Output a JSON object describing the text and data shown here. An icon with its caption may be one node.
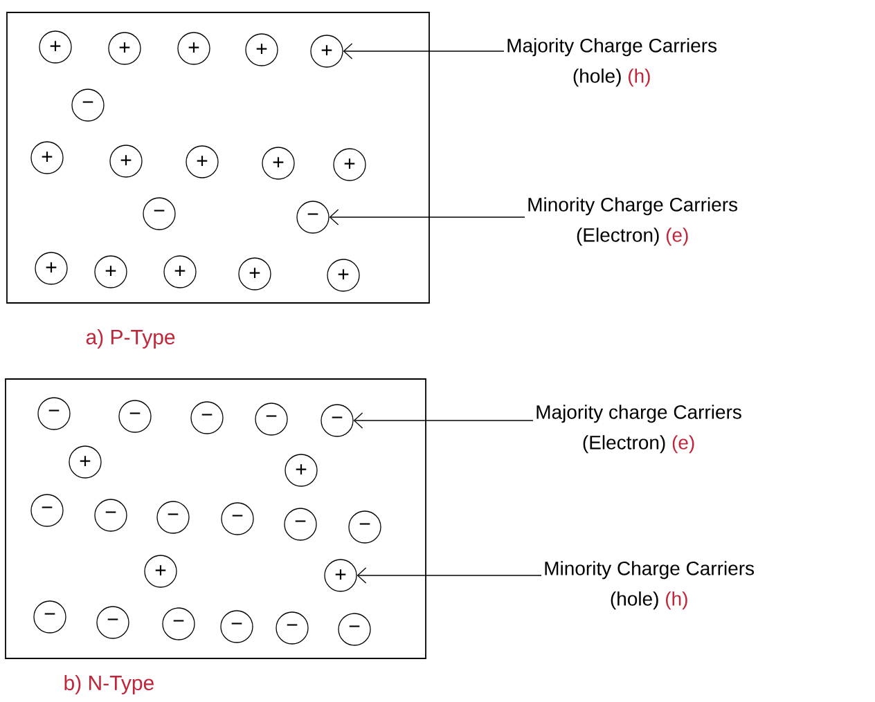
{
  "diagram": {
    "nodes": [
      {
        "text": [],
        "shape": "box",
        "beside": [
          "a) P-Type"
        ]
      },
      {
        "text": [
          "+"
        ],
        "in": 0
      },
      {
        "text": [
          "+"
        ],
        "in": 0
      },
      {
        "text": [
          "+"
        ],
        "in": 0
      },
      {
        "text": [
          "+"
        ],
        "in": 0
      },
      {
        "text": [
          "+"
        ],
        "in": 0
      },
      {
        "text": [
          "−"
        ],
        "in": 0
      },
      {
        "text": [
          "+"
        ],
        "in": 0
      },
      {
        "text": [
          "+"
        ],
        "in": 0
      },
      {
        "text": [
          "+"
        ],
        "in": 0
      },
      {
        "text": [
          "+"
        ],
        "in": 0
      },
      {
        "text": [
          "+"
        ],
        "in": 0
      },
      {
        "text": [
          "−"
        ],
        "in": 0
      },
      {
        "text": [
          "−"
        ],
        "in": 0
      },
      {
        "text": [
          "+"
        ],
        "in": 0
      },
      {
        "text": [
          "+"
        ],
        "in": 0
      },
      {
        "text": [
          "+"
        ],
        "in": 0
      },
      {
        "text": [
          "+"
        ],
        "in": 0
      },
      {
        "text": [
          "+"
        ],
        "in": 0
      },
      {
        "text": [
          "Majority Charge Carriers",
          "(hole)",
          "(h)"
        ]
      },
      {
        "text": [
          "Minority Charge Carriers",
          "(Electron)",
          "(e)"
        ]
      },
      {
        "text": [],
        "shape": "box",
        "beside": [
          "b) N-Type"
        ]
      },
      {
        "text": [
          "−"
        ],
        "in": 21
      },
      {
        "text": [
          "−"
        ],
        "in": 21
      },
      {
        "text": [
          "−"
        ],
        "in": 21
      },
      {
        "text": [
          "−"
        ],
        "in": 21
      },
      {
        "text": [
          "−"
        ],
        "in": 21
      },
      {
        "text": [
          "+"
        ],
        "in": 21
      },
      {
        "text": [
          "+"
        ],
        "in": 21
      },
      {
        "text": [
          "−"
        ],
        "in": 21
      },
      {
        "text": [
          "−"
        ],
        "in": 21
      },
      {
        "text": [
          "−"
        ],
        "in": 21
      },
      {
        "text": [
          "−"
        ],
        "in": 21
      },
      {
        "text": [
          "−"
        ],
        "in": 21
      },
      {
        "text": [
          "−"
        ],
        "in": 21
      },
      {
        "text": [
          "+"
        ],
        "in": 21
      },
      {
        "text": [
          "+"
        ],
        "in": 21
      },
      {
        "text": [
          "−"
        ],
        "in": 21
      },
      {
        "text": [
          "−"
        ],
        "in": 21
      },
      {
        "text": [
          "−"
        ],
        "in": 21
      },
      {
        "text": [
          "−"
        ],
        "in": 21
      },
      {
        "text": [
          "−"
        ],
        "in": 21
      },
      {
        "text": [
          "−"
        ],
        "in": 21
      },
      {
        "text": [
          "Majority charge Carriers",
          "(Electron)",
          "(e)"
        ]
      },
      {
        "text": [
          "Minority Charge Carriers",
          "(hole)",
          "(h)"
        ]
      }
    ],
    "edges": [
      {
        "from": 19,
        "to": 5,
        "arrow": "to"
      },
      {
        "from": 20,
        "to": 13,
        "arrow": "to"
      },
      {
        "from": 43,
        "to": 26,
        "arrow": "to"
      },
      {
        "from": 44,
        "to": 36,
        "arrow": "to"
      }
    ]
  }
}
